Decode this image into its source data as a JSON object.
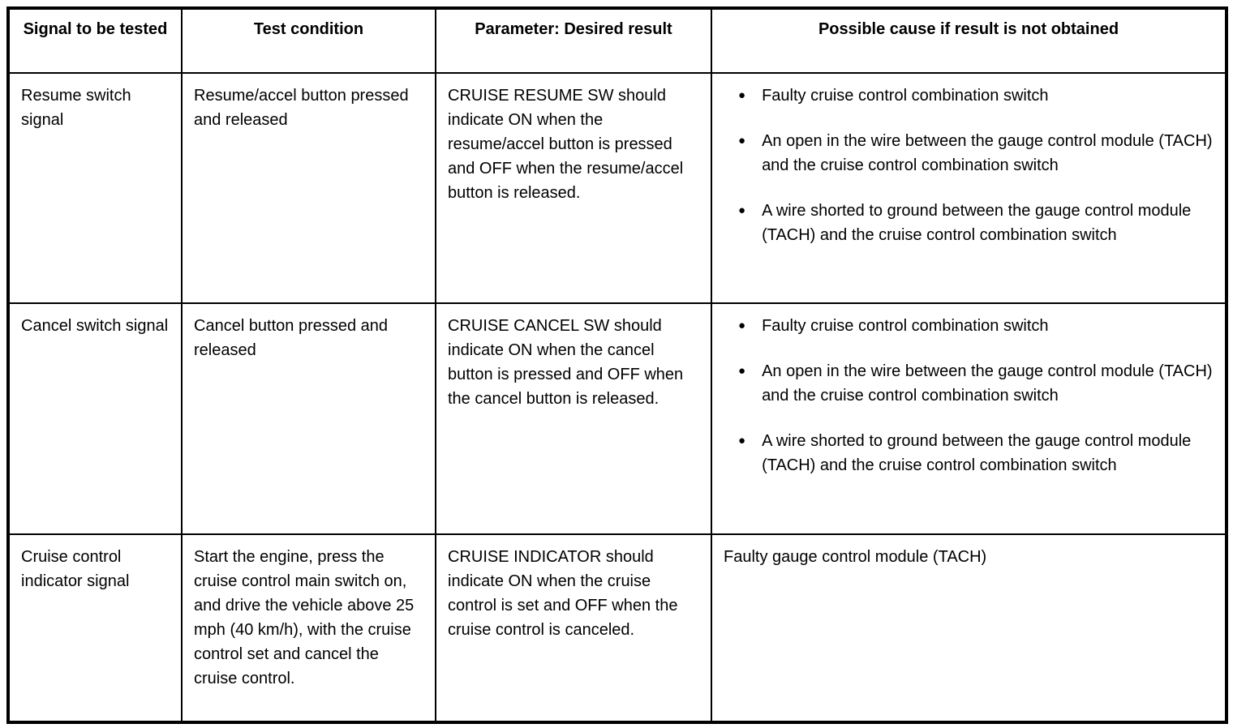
{
  "table": {
    "columns": [
      "Signal to be tested",
      "Test condition",
      "Parameter: Desired result",
      "Possible cause if result is not obtained"
    ],
    "rows": [
      {
        "signal": "Resume switch signal",
        "condition": "Resume/accel button pressed and released",
        "parameter": "CRUISE RESUME SW should indicate ON when the resume/accel button is pressed and OFF when the resume/accel button is released.",
        "causes": {
          "bulleted": true,
          "items": [
            "Faulty cruise control combination switch",
            "An open in the wire between the gauge control module (TACH) and the cruise control combination switch",
            "A wire shorted to ground between the gauge control module (TACH) and the cruise control combination switch"
          ]
        }
      },
      {
        "signal": "Cancel switch signal",
        "condition": "Cancel button pressed and released",
        "parameter": "CRUISE CANCEL SW should indicate ON when the cancel button is pressed and OFF when the cancel button is released.",
        "causes": {
          "bulleted": true,
          "items": [
            "Faulty cruise control combination switch",
            "An open in the wire between the gauge control module (TACH) and the cruise control combination switch",
            "A wire shorted to ground between the gauge control module (TACH) and the cruise control combination switch"
          ]
        }
      },
      {
        "signal": "Cruise control indicator signal",
        "condition": "Start the engine, press the cruise control main switch on, and drive the vehicle above 25 mph (40 km/h), with the cruise control set and cancel the cruise control.",
        "parameter": "CRUISE INDICATOR should indicate ON when the cruise control is set and OFF when the cruise control is canceled.",
        "causes": {
          "bulleted": false,
          "items": [
            "Faulty gauge control module (TACH)"
          ]
        }
      }
    ]
  }
}
